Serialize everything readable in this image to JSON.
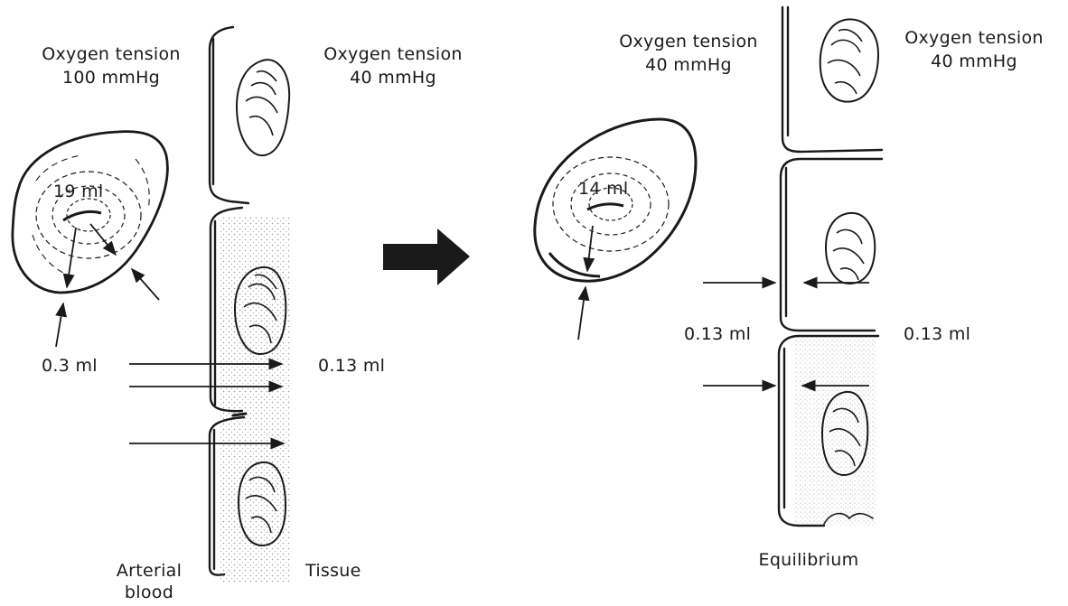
{
  "left_panel": {
    "blood_tension_label": "Oxygen tension",
    "blood_tension_value": "100 mmHg",
    "tissue_tension_label": "Oxygen tension",
    "tissue_tension_value": "40 mmHg",
    "rbc_content": "19 ml",
    "plasma_content": "0.3 ml",
    "tissue_content": "0.13 ml",
    "arterial_label": "Arterial",
    "blood_label": "blood",
    "tissue_label": "Tissue"
  },
  "right_panel": {
    "blood_tension_label": "Oxygen tension",
    "blood_tension_value": "40 mmHg",
    "tissue_tension_label": "Oxygen tension",
    "tissue_tension_value": "40 mmHg",
    "rbc_content": "14 ml",
    "plasma_content": "0.13 ml",
    "tissue_content": "0.13 ml",
    "equilibrium_label": "Equilibrium"
  },
  "colors": {
    "ink": "#1a1a1a",
    "background": "#ffffff",
    "stipple": "#8a8a8a"
  },
  "icons": [
    "transition-arrow-icon",
    "diffusion-arrow-icon"
  ]
}
